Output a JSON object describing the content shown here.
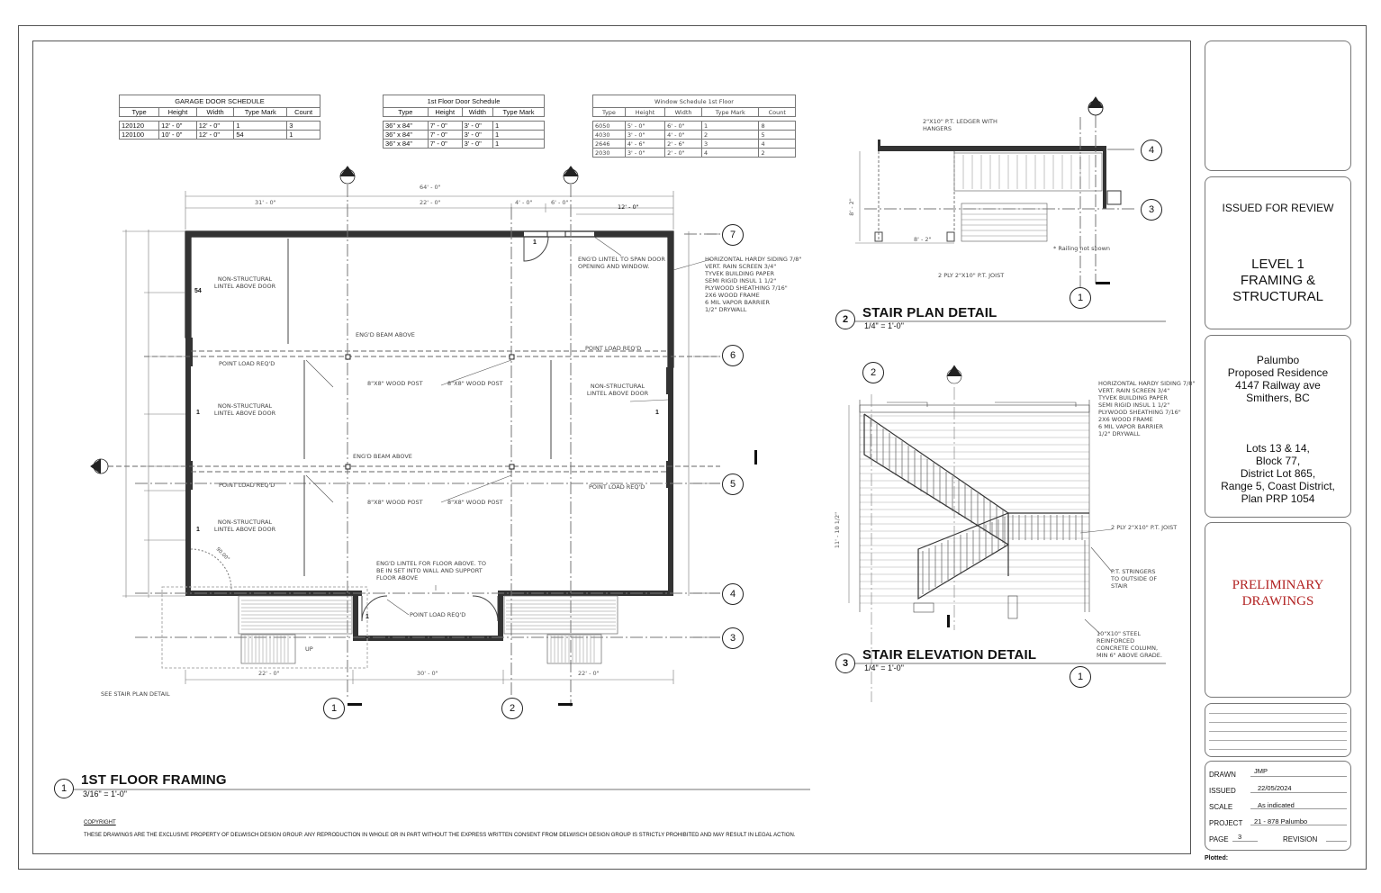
{
  "sheet": {
    "status": "ISSUED FOR REVIEW",
    "sheet_title": [
      "LEVEL 1",
      "FRAMING &",
      "STRUCTURAL"
    ],
    "client": [
      "Palumbo",
      "Proposed Residence",
      "4147 Railway ave",
      "Smithers, BC"
    ],
    "legal": [
      "Lots 13 & 14,",
      "Block 77,",
      "District Lot 865,",
      "Range 5, Coast District,",
      "Plan PRP 1054"
    ],
    "stamp": [
      "PRELIMINARY",
      "DRAWINGS"
    ],
    "stamp_color": "#b22222",
    "info": {
      "drawn_label": "DRAWN",
      "drawn": "JMP",
      "issued_label": "ISSUED",
      "issued": "22/05/2024",
      "scale_label": "SCALE",
      "scale": "As indicated",
      "project_label": "PROJECT",
      "project": "21 - 878 Palumbo",
      "page_label": "PAGE",
      "page": "3",
      "revision_label": "REVISION",
      "plotted_label": "Plotted:"
    },
    "copyright_title": "COPYRIGHT",
    "copyright_text": "THESE DRAWINGS ARE THE EXCLUSIVE PROPERTY OF DELWISCH DESIGN GROUP. ANY REPRODUCTION IN WHOLE OR IN PART WITHOUT THE EXPRESS WRITTEN CONSENT FROM DELWISCH DESIGN GROUP IS STRICTLY PROHIBITED AND MAY RESULT IN LEGAL ACTION."
  },
  "schedules": {
    "garage": {
      "title": "GARAGE DOOR SCHEDULE",
      "headers": [
        "Type",
        "Height",
        "Width",
        "Type Mark",
        "Count"
      ],
      "rows": [
        [
          "120120",
          "12' - 0\"",
          "12' - 0\"",
          "1",
          "3"
        ],
        [
          "120100",
          "10' - 0\"",
          "12' - 0\"",
          "54",
          "1"
        ]
      ]
    },
    "door": {
      "title": "1st Floor Door Schedule",
      "headers": [
        "Type",
        "Height",
        "Width",
        "Type Mark"
      ],
      "rows": [
        [
          "36\" x 84\"",
          "7' - 0\"",
          "3' - 0\"",
          "1"
        ],
        [
          "36\" x 84\"",
          "7' - 0\"",
          "3' - 0\"",
          "1"
        ],
        [
          "36\" x 84\"",
          "7' - 0\"",
          "3' - 0\"",
          "1"
        ]
      ]
    },
    "window": {
      "title": "Window Schedule 1st Floor",
      "headers": [
        "Type",
        "Height",
        "Width",
        "Type Mark",
        "Count"
      ],
      "rows": [
        [
          "6050",
          "5' - 0\"",
          "6' - 0\"",
          "1",
          "8"
        ],
        [
          "4030",
          "3' - 0\"",
          "4' - 0\"",
          "2",
          "5"
        ],
        [
          "2646",
          "4' - 6\"",
          "2' - 6\"",
          "3",
          "4"
        ],
        [
          "2030",
          "3' - 0\"",
          "2' - 0\"",
          "4",
          "2"
        ]
      ]
    }
  },
  "views": {
    "plan": {
      "number": "1",
      "title": "1ST FLOOR FRAMING",
      "scale": "3/16\" = 1'-0\""
    },
    "stair_plan": {
      "number": "2",
      "title": "STAIR PLAN DETAIL",
      "scale": "1/4\" = 1'-0\""
    },
    "stair_elev": {
      "number": "3",
      "title": "STAIR ELEVATION DETAIL",
      "scale": "1/4\" = 1'-0\""
    }
  },
  "grid": {
    "g1": "1",
    "g2": "2",
    "g3": "3",
    "g4": "4",
    "g5": "5",
    "g6": "6",
    "g7": "7"
  },
  "notes": {
    "lintel_door_1": "NON-STRUCTURAL LINTEL ABOVE DOOR",
    "lintel_door_2": "NON-STRUCTURAL LINTEL ABOVE DOOR",
    "lintel_door_3": "NON-STRUCTURAL LINTEL ABOVE DOOR",
    "lintel_door_4": "NON-STRUCTURAL LINTEL ABOVE DOOR",
    "eng_lintel_span": "ENG'D LINTEL TO SPAN DOOR OPENING AND WINDOW.",
    "wall_assembly": [
      "HORIZONTAL HARDY SIDING 7/8\"",
      "VERT. RAIN SCREEN 3/4\"",
      "TYVEK BUILDING PAPER",
      "SEMI RIGID INSUL 1 1/2\"",
      "PLYWOOD SHEATHING 7/16\"",
      "2X6 WOOD FRAME",
      "6 MIL VAPOR BARRIER",
      "1/2\" DRYWALL"
    ],
    "beam_above_1": "ENG'D BEAM ABOVE",
    "beam_above_2": "ENG'D BEAM ABOVE",
    "point_load_1": "POINT LOAD REQ'D",
    "point_load_2": "POINT LOAD REQ'D",
    "point_load_3": "POINT LOAD REQ'D",
    "point_load_4": "POINT LOAD REQ'D",
    "point_load_5": "POINT LOAD REQ'D",
    "post_1": "8\"X8\" WOOD POST",
    "post_2": "8\"X8\" WOOD POST",
    "post_3": "8\"X8\" WOOD POST",
    "post_4": "8\"X8\" WOOD POST",
    "eng_lintel_floor": "ENG'D LINTEL FOR FLOOR ABOVE. TO BE IN SET INTO WALL AND SUPPORT FLOOR ABOVE",
    "see_stair": "SEE STAIR PLAN DETAIL",
    "ledger": "2\"X10\" P.T. LEDGER WITH HANGERS",
    "joist_1": "2 PLY 2\"X10\" P.T. JOIST",
    "railing": "* Railing not shown",
    "joist_2": "2 PLY 2\"X10\" P.T. JOIST",
    "stringers": "P.T. STRINGERS TO OUTSIDE OF STAIR",
    "column": "10\"X10\" STEEL REINFORCED CONCRETE COLUMN, MIN 6\" ABOVE GRADE.",
    "rad": "90.00°"
  },
  "dims": {
    "overall": "64' - 0\"",
    "d_31": "31' - 0\"",
    "d_22": "22' - 0\"",
    "d_4": "4' - 0\"",
    "d_6": "6' - 0\"",
    "d_12": "12' - 0\"",
    "b_22a": "22' - 0\"",
    "b_30": "30' - 0\"",
    "b_22b": "22' - 0\"",
    "s_8a": "8' - 2\"",
    "s_8b": "8' - 2\"",
    "s_h": "11' - 10 1/2\""
  },
  "marks": {
    "m54": "54",
    "m1a": "1",
    "m1b": "1",
    "m1c": "1",
    "m1d": "1",
    "m1e": "1",
    "up": "UP"
  }
}
